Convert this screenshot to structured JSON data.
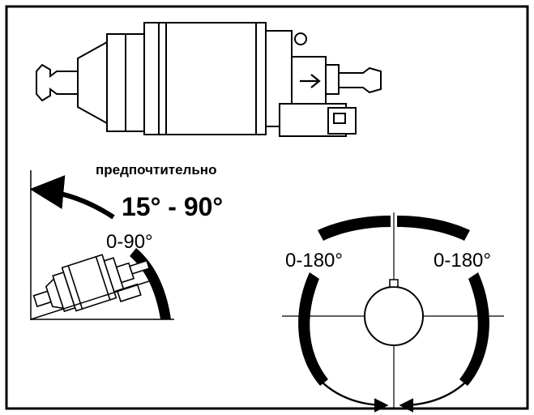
{
  "labels": {
    "preferred": "предпочтительно",
    "preferred_range": "15° - 90°",
    "range_0_90": "0-90°",
    "range_0_180_left": "0-180°",
    "range_0_180_right": "0-180°"
  },
  "colors": {
    "ink": "#000000",
    "background": "#ffffff"
  },
  "icons": {
    "pump": "fuel-pump-side-view",
    "flow": "flow-direction-arrow"
  }
}
